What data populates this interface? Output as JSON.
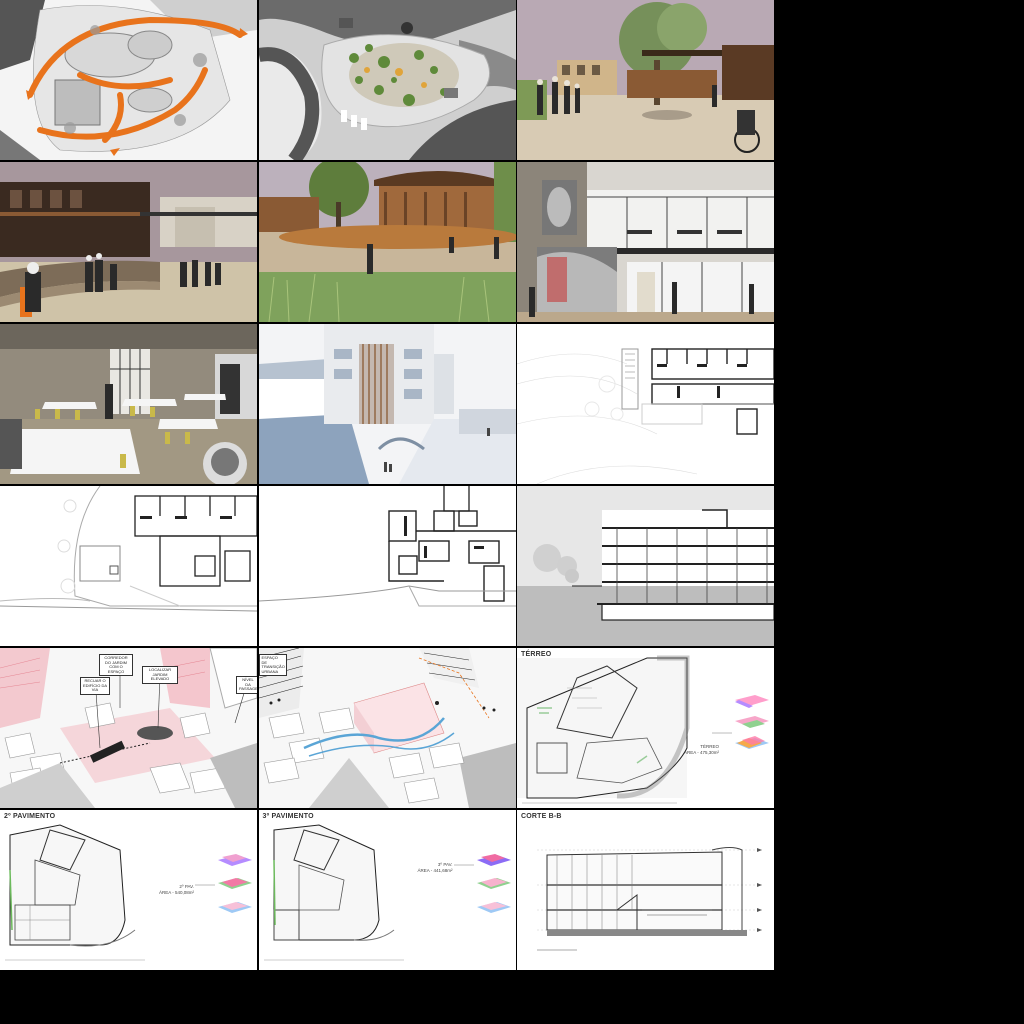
{
  "sheet": {
    "background": "#000000",
    "tiles": [
      {
        "kind": "site-diagram-orange"
      },
      {
        "kind": "site-plan-gray"
      },
      {
        "kind": "render-plaza"
      },
      {
        "kind": "render-amphitheater"
      },
      {
        "kind": "render-park"
      },
      {
        "kind": "render-gallery-facade"
      },
      {
        "kind": "render-dining-interior"
      },
      {
        "kind": "render-block-building"
      },
      {
        "kind": "plan-drawing"
      },
      {
        "kind": "plan-drawing"
      },
      {
        "kind": "plan-drawing"
      },
      {
        "kind": "section-drawing"
      },
      {
        "kind": "axonometric-diagram"
      },
      {
        "kind": "axonometric-diagram"
      },
      {
        "kind": "floor-plan",
        "label": "TÉRREO",
        "area_title": "TÉRREO",
        "area_value": "ÁREA - 475,30m²"
      },
      {
        "kind": "floor-plan",
        "label": "2º PAVIMENTO",
        "area_title": "2º PAV.",
        "area_value": "ÁREA - 540,08m²"
      },
      {
        "kind": "floor-plan",
        "label": "3º PAVIMENTO",
        "area_title": "3º PAV.",
        "area_value": "ÁREA - 441,68m²"
      },
      {
        "kind": "section",
        "label": "CORTE B-B"
      }
    ]
  },
  "diagram_notes": {
    "note_1": "CORREDOR DO JARDIM COM O ESPAÇO",
    "note_2": "LOCALIZAR JARDIM ELEVADO",
    "note_3": "RECUAR O EDIFÍCIO DA VIA",
    "note_4": "NÍVEL DA PASSAGEM",
    "note_5": "ESPAÇO DE TRANSIÇÃO URBANA"
  },
  "colors": {
    "accent_orange": "#e8731c",
    "stone": "#8c857a",
    "timber": "#8a5a34",
    "sky": "#b9a9b4",
    "plan_line": "#222222"
  }
}
